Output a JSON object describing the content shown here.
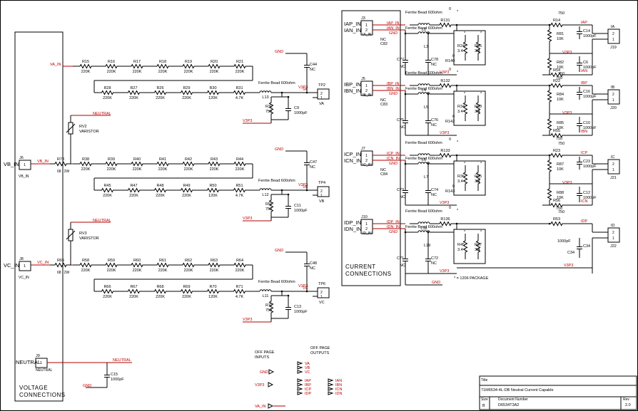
{
  "title_block": {
    "title_label": "Title",
    "title": "71M6534-4L-DB Neutral Current Capable",
    "size_label": "Size",
    "size": "B",
    "doc_label": "Document Number",
    "doc": "D6534T3A2",
    "rev_label": "Rev",
    "rev": "2.0"
  },
  "sections": {
    "voltage": [
      "VOLTAGE",
      "CONNECTIONS"
    ],
    "current": [
      "CURRENT",
      "CONNECTIONS"
    ]
  },
  "package_note": "* = 1206 PACKAGE",
  "offpage": {
    "inputs": [
      "OFF PAGE",
      "INPUTS"
    ],
    "outputs": [
      "OFF PAGE",
      "OUTPUTS"
    ],
    "gnd": "GND",
    "v3p3": "V3P3",
    "va_in": "VA_IN",
    "out_v": [
      "VA",
      "VB",
      "VC"
    ],
    "out_i": [
      "IAP",
      "IAN",
      "IBP",
      "IBN",
      "ICP",
      "ICN",
      "IDP",
      "IDN"
    ]
  },
  "voltage_connectors": [
    {
      "ref": "J6",
      "pin": "1",
      "ext": "VB_IN",
      "net": "VB_IN"
    },
    {
      "ref": "J8",
      "pin": "1",
      "ext": "VC_IN",
      "net": "VC_IN"
    },
    {
      "ref": "J9",
      "pin": "1",
      "ext": "NEUTRAL",
      "net": "NEUTRAL"
    }
  ],
  "voltage_channels": [
    {
      "in_net": "VA_IN",
      "out_net": "VA",
      "tp": "TP2",
      "top": [
        [
          "R15",
          "220K"
        ],
        [
          "R16",
          "220K"
        ],
        [
          "R17",
          "220K"
        ],
        [
          "R18",
          "220K"
        ],
        [
          "R19",
          "220K"
        ],
        [
          "R20",
          "220K"
        ],
        [
          "R21",
          "220K"
        ]
      ],
      "bot": [
        [
          "R28",
          "220K"
        ],
        [
          "R27",
          "220K"
        ],
        [
          "R26",
          "220K"
        ],
        [
          "R29",
          "220K"
        ],
        [
          "R30",
          "120K"
        ],
        [
          "R31",
          "4.7K"
        ]
      ],
      "l": "L13",
      "bead": "Ferrite Bead 600ohm",
      "cnc": [
        "C44",
        "NC"
      ],
      "rs": [
        "R32",
        "750"
      ],
      "c": [
        "C9",
        "1000pF"
      ]
    },
    {
      "in_net": "VB_IN",
      "out_net": "VB",
      "tp": "TP4",
      "series": [
        "R73",
        "68",
        "2W"
      ],
      "top": [
        [
          "R38",
          "220K"
        ],
        [
          "R39",
          "220K"
        ],
        [
          "R40",
          "220K"
        ],
        [
          "R41",
          "220K"
        ],
        [
          "R42",
          "220K"
        ],
        [
          "R43",
          "220K"
        ],
        [
          "R44",
          "220K"
        ]
      ],
      "bot": [
        [
          "R45",
          "220K"
        ],
        [
          "R47",
          "220K"
        ],
        [
          "R48",
          "220K"
        ],
        [
          "R49",
          "220K"
        ],
        [
          "R50",
          "120K"
        ],
        [
          "R51",
          "4.7K"
        ]
      ],
      "l": "L12",
      "bead": "Ferrite Bead 600ohm",
      "cnc": [
        "C47",
        "NC"
      ],
      "rs": [
        "R52",
        "750"
      ],
      "c": [
        "C11",
        "1000pF"
      ]
    },
    {
      "in_net": "VC_IN",
      "out_net": "VC",
      "tp": "TP6",
      "series": [
        "R65",
        "68",
        "2W"
      ],
      "top": [
        [
          "R58",
          "220K"
        ],
        [
          "R59",
          "220K"
        ],
        [
          "R60",
          "220K"
        ],
        [
          "R61",
          "220K"
        ],
        [
          "R62",
          "220K"
        ],
        [
          "R63",
          "220K"
        ],
        [
          "R64",
          "220K"
        ]
      ],
      "bot": [
        [
          "R66",
          "220K"
        ],
        [
          "R67",
          "220K"
        ],
        [
          "R68",
          "220K"
        ],
        [
          "R69",
          "220K"
        ],
        [
          "R70",
          "120K"
        ],
        [
          "R71",
          "4.7K"
        ]
      ],
      "l": "L11",
      "bead": "Ferrite Bead 600ohm",
      "cnc": [
        "C48",
        "NC"
      ],
      "rs": [
        "R72",
        "750"
      ],
      "c": [
        "C13",
        "1000pF"
      ]
    }
  ],
  "varistors": [
    {
      "ref": "RV2",
      "name": "VARISTOR"
    },
    {
      "ref": "RV3",
      "name": "VARISTOR"
    }
  ],
  "net_labels": {
    "gnd": "GND",
    "v3p3": "V3P3",
    "neutral": "NEUTRAL"
  },
  "neutral_cap": [
    "C15",
    "1000pF"
  ],
  "current_channels": [
    {
      "j": "J3",
      "p": "IAP_IN",
      "n": "IAN_IN",
      "pin_p": "1",
      "pin_n": "2",
      "sub": "IA_IN",
      "bead": "Ferrite Bead 600ohm",
      "la": "L2",
      "lb": "L3",
      "ra": [
        "R131",
        "0"
      ],
      "rb": [
        "R140",
        "0"
      ],
      "cin": [
        "C82",
        "NC"
      ],
      "cl": "C77",
      "cr": [
        "C78",
        "NC"
      ],
      "rp1": [
        "R24",
        "3.4"
      ],
      "rp2": [
        "R25",
        "3.4"
      ],
      "r1": [
        "R14",
        "750"
      ],
      "r2": [
        "R81",
        "10K"
      ],
      "r3": [
        "R82",
        "10K"
      ],
      "r4": [
        "R54",
        "750"
      ],
      "c1": [
        "C14",
        "1000pF"
      ],
      "c2": [
        "C6",
        "1000pF"
      ],
      "op": "IAP",
      "on": "IAN",
      "jo": "IA",
      "jr": "J19"
    },
    {
      "j": "J5",
      "p": "IBP_IN",
      "n": "IBN_IN",
      "pin_p": "1",
      "pin_n": "2",
      "sub": "IB_IN",
      "bead": "Ferrite Bead 600ohm",
      "la": "L4",
      "lb": "L5",
      "ra": [
        "R132",
        "0"
      ],
      "rb": [
        "R142",
        "0"
      ],
      "cin": [
        "C83",
        "NC"
      ],
      "cl": "C75",
      "cr": [
        "C76",
        "NC"
      ],
      "rp1": [
        "R34",
        "3.4"
      ],
      "rp2": [
        "R33",
        "3.4"
      ],
      "r1": [
        "R22",
        "750"
      ],
      "r2": [
        "R84",
        "10K"
      ],
      "r3": [
        "R85",
        "10K"
      ],
      "r4": [
        "R55",
        "750"
      ],
      "c1": [
        "C16",
        "1000pF"
      ],
      "c2": [
        "C10",
        "1000pF"
      ],
      "op": "IBP",
      "on": "IBN",
      "jo": "IB",
      "jr": "J20"
    },
    {
      "j": "J7",
      "p": "ICP_IN",
      "n": "ICN_IN",
      "pin_p": "1",
      "pin_n": "2",
      "sub": "IC_IN",
      "bead": "Ferrite Bead 600ohm",
      "la": "L6",
      "lb": "L7",
      "ra": [
        "R133",
        "0"
      ],
      "rb": [
        "R143",
        "0"
      ],
      "cin": [
        "C84",
        "NC"
      ],
      "cl": "C73",
      "cr": [
        "C74",
        "NC"
      ],
      "rp1": [
        "R36",
        "3.4"
      ],
      "rp2": [
        "R35",
        "3.4"
      ],
      "r1": [
        "R23",
        "750"
      ],
      "r2": [
        "R87",
        "10K"
      ],
      "r3": [
        "R88",
        "10K"
      ],
      "r4": [
        "R56",
        "750"
      ],
      "c1": [
        "C23",
        "1000pF"
      ],
      "c2": [
        "C12",
        "1000pF"
      ],
      "op": "ICP",
      "on": "ICN",
      "jo": "IC",
      "jr": "J21"
    },
    {
      "j": "J10",
      "p": "IDP_IN",
      "n": "IDN_IN",
      "pin_p": "1",
      "pin_n": "2",
      "sub": "ID_IN",
      "bead": "Ferrite Bead 600ohm",
      "la": "L18",
      "lb": "L19",
      "ra": [
        "R136",
        "0"
      ],
      "rb": [
        "",
        ""
      ],
      "cin": [
        "",
        ""
      ],
      "cl": "C71",
      "cr": [
        "C72",
        "NC"
      ],
      "rp1": [
        "R45",
        "3.4"
      ],
      "rp2": [
        "R37",
        "3.4"
      ],
      "r1": [
        "R53",
        "750"
      ],
      "r2": [
        "",
        ""
      ],
      "r3": [
        "",
        ""
      ],
      "r4": [
        "",
        ""
      ],
      "c1": [
        "",
        ""
      ],
      "c2": [
        "C34",
        "1000pF"
      ],
      "op": "IDP",
      "on": "",
      "jo": "ID",
      "jr": "J22"
    }
  ]
}
